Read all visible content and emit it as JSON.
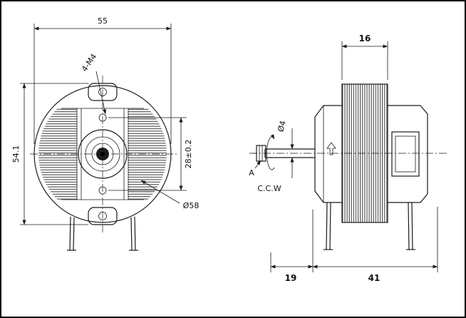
{
  "drawing_title": "Shaded-pole motor dimensional drawing",
  "front_view": {
    "dim_width": "55",
    "dim_height": "54.1",
    "dim_hole_spacing": "28±0.2",
    "label_mount_holes": "4-M4",
    "label_outer_diameter": "Ø58"
  },
  "side_view": {
    "dim_stack_width": "16",
    "dim_shaft_diameter": "Ø4",
    "label_detail": "A",
    "label_rotation": "C.C.W",
    "dim_shaft_length": "19",
    "dim_body_length": "41"
  }
}
